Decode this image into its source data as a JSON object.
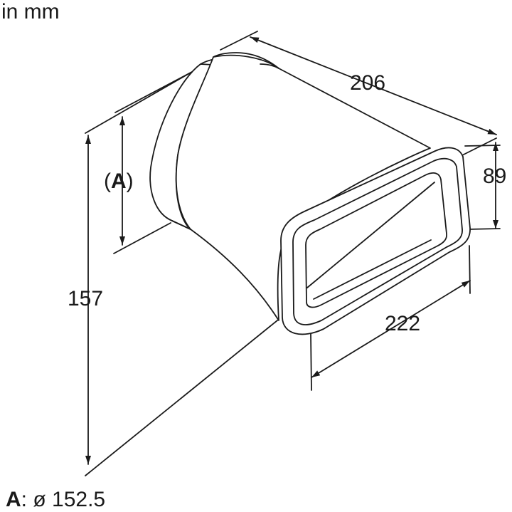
{
  "units_label": "in mm",
  "dimensions": {
    "depth": "206",
    "height": "89",
    "width": "222",
    "overall_height": "157",
    "circle_marker": "A"
  },
  "legend": {
    "key": "A",
    "separator": ":",
    "value": "ø 152.5"
  },
  "colors": {
    "line": "#1a1a1a",
    "background": "#ffffff"
  }
}
